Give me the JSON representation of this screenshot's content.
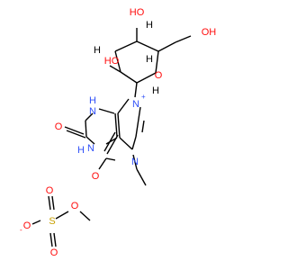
{
  "colors": {
    "bond": "#000000",
    "oxygen": "#ff0d0d",
    "nitrogen": "#3050f8",
    "sulfur": "#c8a000",
    "background": "#ffffff"
  },
  "atoms": {
    "ho_top": "HO",
    "oh_c3": "HO",
    "o_ring": "O",
    "oh_c5": "OH",
    "n9": "N",
    "n9_charge": "+",
    "n3": "N",
    "n3_h": "H",
    "o2": "O",
    "n1": "N",
    "n1_h": "H",
    "n7": "N",
    "o6": "O",
    "stereo_h1": "H",
    "stereo_h2": "H",
    "stereo_h3": "H",
    "stereo_h4": "H",
    "o_sulf_minus": "O",
    "o_sulf_minus_charge": "-",
    "s": "S",
    "o_sulf_top": "O",
    "o_sulf_bottom": "O",
    "o_methoxy": "O"
  }
}
